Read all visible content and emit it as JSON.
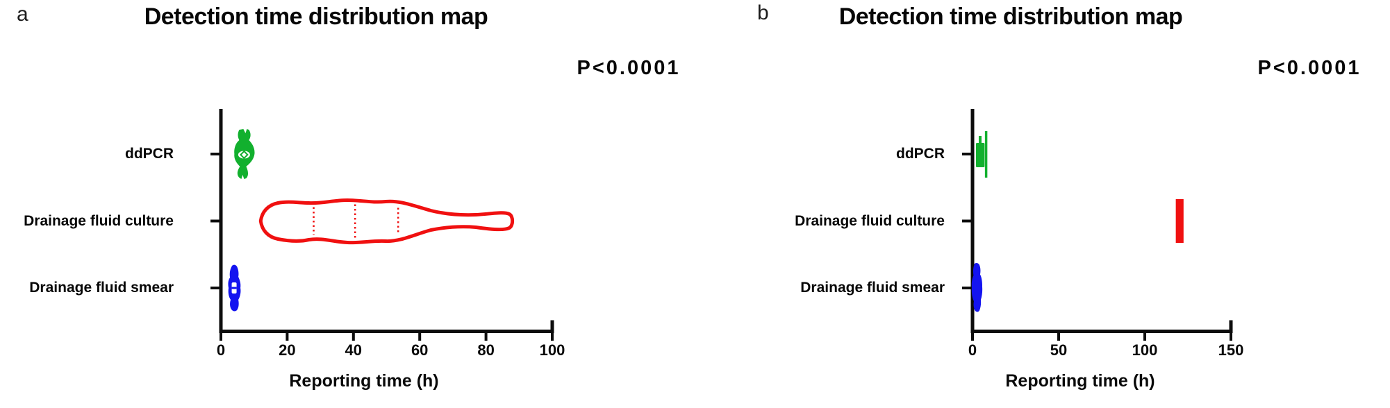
{
  "panels": [
    {
      "panel_label": "a",
      "title": "Detection time distribution map",
      "p_value_label": "P<0.0001",
      "x_axis_label": "Reporting time (h)"
    },
    {
      "panel_label": "b",
      "title": "Detection time distribution map",
      "p_value_label": "P<0.0001",
      "x_axis_label": "Reporting time (h)"
    }
  ],
  "chart_data": [
    {
      "type": "violin",
      "orientation": "horizontal",
      "title": "Detection time distribution map",
      "annotation": "P<0.0001",
      "xlabel": "Reporting time (h)",
      "ylabel": "",
      "xlim": [
        0,
        100
      ],
      "x_ticks": [
        0,
        20,
        40,
        60,
        80,
        100
      ],
      "grid": false,
      "legend": false,
      "categories": [
        "ddPCR",
        "Drainage fluid culture",
        "Drainage fluid smear"
      ],
      "series": [
        {
          "name": "ddPCR",
          "color": "#12b02e",
          "style": "filled-violin",
          "min": 4,
          "q1": 6,
          "median": 7,
          "q3": 8.5,
          "max": 10.5
        },
        {
          "name": "Drainage fluid culture",
          "color": "#f01010",
          "style": "outline-violin-dotted-quartiles",
          "min": 12,
          "q1": 28,
          "median": 40.5,
          "q3": 53.5,
          "max": 88.5
        },
        {
          "name": "Drainage fluid smear",
          "color": "#1414f0",
          "style": "filled-violin",
          "min": 2,
          "q1": 3,
          "median": 4,
          "q3": 5,
          "max": 6
        }
      ]
    },
    {
      "type": "violin",
      "orientation": "horizontal",
      "title": "Detection time distribution map",
      "annotation": "P<0.0001",
      "xlabel": "Reporting time (h)",
      "ylabel": "",
      "xlim": [
        0,
        150
      ],
      "x_ticks": [
        0,
        50,
        100,
        150
      ],
      "grid": false,
      "legend": false,
      "categories": [
        "ddPCR",
        "Drainage fluid culture",
        "Drainage fluid smear"
      ],
      "series": [
        {
          "name": "ddPCR",
          "color": "#12b02e",
          "style": "filled-violin",
          "min": 2,
          "q1": 4,
          "median": 5.5,
          "q3": 7,
          "max": 9
        },
        {
          "name": "Drainage fluid culture",
          "color": "#f01010",
          "style": "filled-violin",
          "min": 118,
          "q1": 119,
          "median": 120,
          "q3": 121,
          "max": 122.5
        },
        {
          "name": "Drainage fluid smear",
          "color": "#1414f0",
          "style": "filled-violin",
          "min": 0.5,
          "q1": 1.5,
          "median": 2,
          "q3": 3,
          "max": 3.5
        }
      ]
    }
  ]
}
